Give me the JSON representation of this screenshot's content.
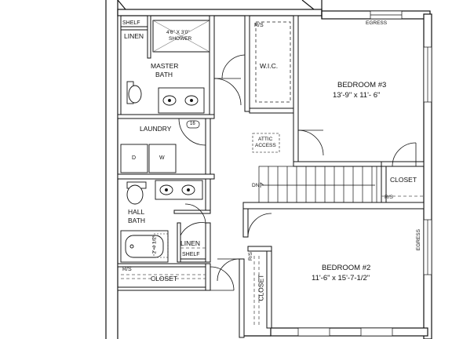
{
  "rooms": {
    "shelf_top": "SHELF",
    "linen_top": "LINEN",
    "shower_size": "4'6\" X 3'0\"",
    "shower": "SHOWER",
    "master_bath_1": "MASTER",
    "master_bath_2": "BATH",
    "rs_wic": "R/S",
    "wic": "W.I.C.",
    "egress_top": "EGRESS",
    "bedroom3_name": "BEDROOM #3",
    "bedroom3_size": "13'-9\" x 11'- 6\"",
    "laundry": "LAUNDRY",
    "tag_16": "16",
    "dryer": "D",
    "washer": "W",
    "attic_1": "ATTIC",
    "attic_2": "ACCESS",
    "closet_right": "CLOSET",
    "rs_closet_right": "R/S",
    "dn": "DN",
    "hall_bath_1": "HALL",
    "hall_bath_2": "BATH",
    "tub_size": "2'-4 1/2\"",
    "linen_bottom": "LINEN",
    "shelf_bottom": "SHELF",
    "rs_closet_bottom": "R/S",
    "closet_bottom": "CLOSET",
    "egress_right": "EGRESS",
    "rs_bedroom2": "R/S",
    "closet_bedroom2": "CLOSET",
    "bedroom2_name": "BEDROOM #2",
    "bedroom2_size": "11'-6\" x 15'-7-1/2\""
  }
}
